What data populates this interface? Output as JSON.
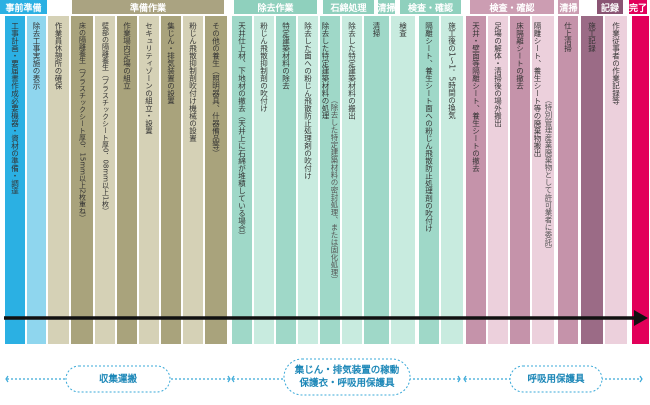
{
  "colors": {
    "blue": "#2bb0e3",
    "lightBlue": "#8fd6ee",
    "olive": "#a9a37c",
    "oliveLight": "#d5d1b6",
    "oliveHeader": "#aaa381",
    "teal": "#9fd8c8",
    "tealLight": "#c8ebdf",
    "tealHeader": "#8fd0bd",
    "mauve": "#c593aa",
    "mauveLight": "#ecd0dc",
    "mauveHeader": "#cc9db2",
    "darkMauve": "#9b6b86",
    "deepMauve": "#8a5473",
    "magenta": "#e2005a",
    "arrowBlue": "#3aa9d8",
    "text": "#333333"
  },
  "headers": [
    {
      "label": "事前準備",
      "color": "#2bb0e3"
    },
    {
      "label": "準備作業",
      "color": "#aaa381"
    },
    {
      "label": "除去作業",
      "color": "#8fd0bd"
    },
    {
      "label": "石綿処理",
      "color": "#8fd0bd"
    },
    {
      "label": "清掃",
      "color": "#8fd0bd"
    },
    {
      "label": "検査・確認",
      "color": "#8fd0bd"
    },
    {
      "label": "検査・確認",
      "color": "#cc9db2"
    },
    {
      "label": "清掃",
      "color": "#cc9db2"
    },
    {
      "label": "記録",
      "color": "#8a5473"
    },
    {
      "label": "完了",
      "color": "#e2005a"
    }
  ],
  "columns": [
    {
      "color": "#2bb0e3",
      "lines": [
        "工事計画・要届書作成必要機器・資材の準備・調達"
      ]
    },
    {
      "color": "#8fd6ee",
      "lines": [
        "除去工事実施の表示"
      ]
    },
    {
      "color": "#d5d1b6",
      "lines": [
        "作業員休憩所の確保"
      ]
    },
    {
      "color": "#a9a37c",
      "lines": [
        "床の隔離養生（プラスチックシート厚0．15mm以上2枚重ね）"
      ]
    },
    {
      "color": "#d5d1b6",
      "lines": [
        "壁部の隔離養生（プラスチックシート厚0．08mm以上1枚）"
      ]
    },
    {
      "color": "#a9a37c",
      "lines": [
        "作業場内足場の組立"
      ]
    },
    {
      "color": "#d5d1b6",
      "lines": [
        "セキュリティゾーンの組立・設置"
      ]
    },
    {
      "color": "#a9a37c",
      "lines": [
        "集じん・排気装置の設置"
      ]
    },
    {
      "color": "#d5d1b6",
      "lines": [
        "粉じん飛散抑制剤吹付け機械の設置"
      ]
    },
    {
      "color": "#a9a37c",
      "lines": [
        "その他の養生（照明器具、什器備品等）"
      ]
    },
    {
      "color": "#9fd8c8",
      "lines": [
        "天井仕上材、下地材の撤去（天井上に石綿が堆積している場合）"
      ]
    },
    {
      "color": "#c8ebdf",
      "lines": [
        "粉じん飛散抑制剤の吹付け"
      ]
    },
    {
      "color": "#9fd8c8",
      "lines": [
        "特定建築材料の除去"
      ]
    },
    {
      "color": "#c8ebdf",
      "lines": [
        "除去した面への粉じん飛散防止処理剤の吹付け"
      ]
    },
    {
      "color": "#9fd8c8",
      "lines": [
        "除去した特定建築材料の処理",
        "（除去した特定建築材料の密封処理、または固化処理）"
      ]
    },
    {
      "color": "#c8ebdf",
      "lines": [
        "除去した特定建築材料の搬出"
      ]
    },
    {
      "color": "#9fd8c8",
      "lines": [
        "清掃"
      ]
    },
    {
      "color": "#c8ebdf",
      "lines": [
        "検査"
      ]
    },
    {
      "color": "#9fd8c8",
      "lines": [
        "隔離シート、養生シート面への粉じん飛散防止処理剤の吹付け"
      ]
    },
    {
      "color": "#c8ebdf",
      "lines": [
        "施工後の1～1．5時間の換気"
      ]
    },
    {
      "color": "#c593aa",
      "lines": [
        "天井・壁面等隔離シート、養生シートの撤去"
      ]
    },
    {
      "color": "#ecd0dc",
      "lines": [
        "足場の解体・清掃後の場外搬出"
      ]
    },
    {
      "color": "#c593aa",
      "lines": [
        "床隔離シートの撤去"
      ]
    },
    {
      "color": "#ecd0dc",
      "lines": [
        "隔離シート、養生シート等の廃棄物搬出",
        "（特別管理産業廃棄物として許可業者に委託）"
      ]
    },
    {
      "color": "#c593aa",
      "lines": [
        "仕上清掃"
      ]
    },
    {
      "color": "#9b6b86",
      "lines": [
        "施工記録"
      ]
    },
    {
      "color": "#ecd0dc",
      "lines": [
        "作業従事者の作業記録等"
      ]
    },
    {
      "color": "#e2005a",
      "lines": []
    }
  ],
  "bottom": [
    {
      "lines": [
        "収集運搬"
      ]
    },
    {
      "lines": [
        "集じん・排気装置の稼動",
        "保護衣・呼吸用保護具"
      ]
    },
    {
      "lines": [
        "呼吸用保護具"
      ]
    }
  ]
}
